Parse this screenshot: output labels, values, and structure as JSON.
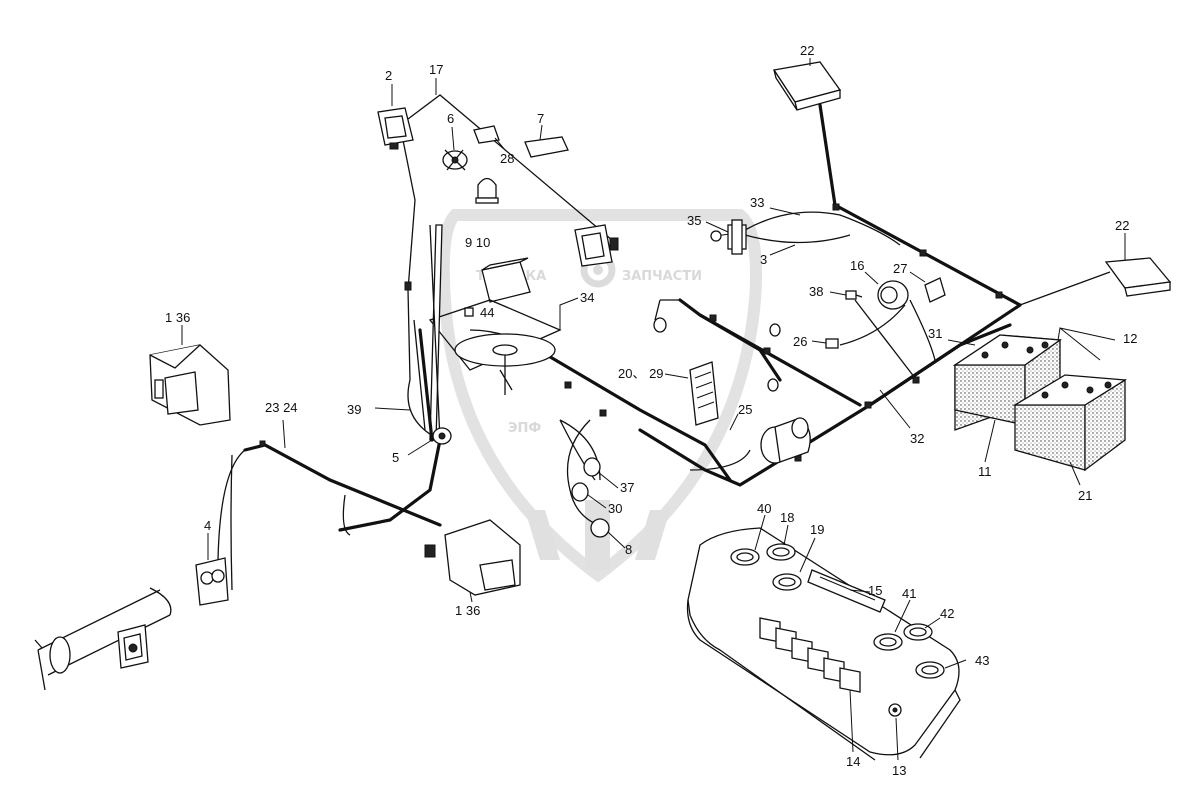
{
  "watermark": {
    "line1_left": "ТЕХНИКА",
    "line1_right": "ЗАПЧАСТИ",
    "logo": "ЭПФ",
    "gear_icon": "gear-icon",
    "color": "#d9d9d9"
  },
  "callouts": {
    "c2": "2",
    "c17": "17",
    "c6": "6",
    "c7": "7",
    "c28": "28",
    "c22a": "22",
    "c22b": "22",
    "c35": "35",
    "c33": "33",
    "c3": "3",
    "c910": "9 10",
    "c34": "34",
    "c44": "44",
    "c16": "16",
    "c27": "27",
    "c38": "38",
    "c26": "26",
    "c31": "31",
    "c12": "12",
    "c136a": "1 36",
    "c2029": "20、 29",
    "c39": "39",
    "c25": "25",
    "c32": "32",
    "c11": "11",
    "c21": "21",
    "c2324": "23 24",
    "c5": "5",
    "c37": "37",
    "c30": "30",
    "c8": "8",
    "c4": "4",
    "c136b": "1 36",
    "c40": "40",
    "c18": "18",
    "c19": "19",
    "c15": "15",
    "c41": "41",
    "c42": "42",
    "c43": "43",
    "c14": "14",
    "c13": "13"
  }
}
